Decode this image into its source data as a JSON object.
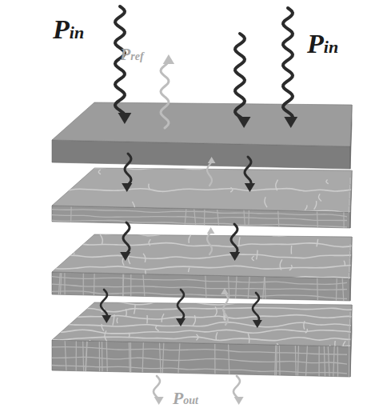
{
  "diagram": {
    "labels": [
      "Pin",
      "Pin",
      "Pref",
      "Pout"
    ]
  }
}
